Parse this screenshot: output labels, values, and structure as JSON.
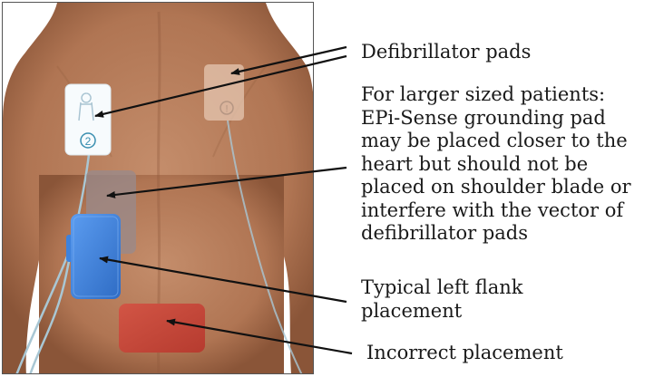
{
  "labels": {
    "defibrillator_pads": "Defibrillator pads",
    "epi_sense_lines": [
      "For larger sized patients:",
      "EPi-Sense grounding pad",
      "may be placed closer to the",
      "heart but should not be",
      "placed on shoulder blade or",
      "interfere with the vector of",
      "defibrillator pads"
    ],
    "left_flank_lines": [
      "Typical left flank",
      "placement"
    ],
    "incorrect_placement": "Incorrect placement"
  },
  "pad_markers": {
    "pad_2": "2",
    "pad_1": "!"
  },
  "colors": {
    "skin": "#b97f5d",
    "skin_shadow": "#8f5a3d",
    "pad_blue": "#3e82dc",
    "pad_red": "#c6473a",
    "pad_gray": "#9a8a8a",
    "pad_white": "#f7fbfd",
    "pad_faded": "#e6c7b2",
    "cable": "#a9c7d4",
    "arrow": "#111111"
  }
}
